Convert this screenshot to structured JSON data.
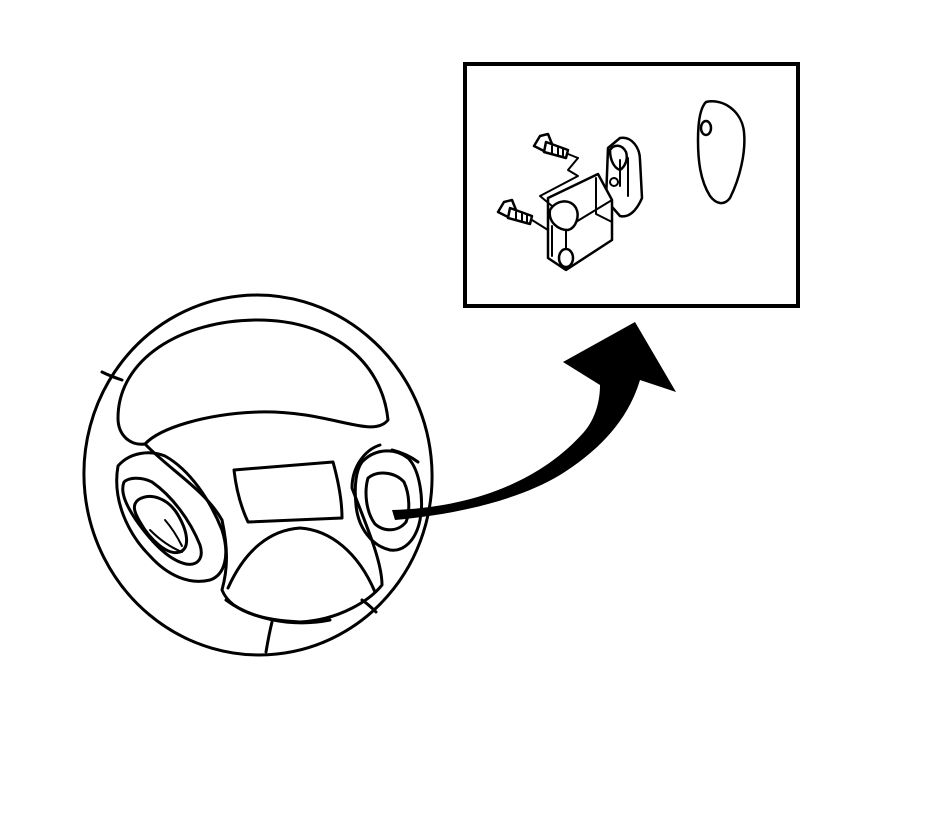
{
  "diagram": {
    "colors": {
      "line": "#000000",
      "background": "#ffffff"
    },
    "parts": [
      {
        "id": "steering-wheel",
        "icon": "steering-wheel-icon"
      },
      {
        "id": "switch-module",
        "icon": "switch-module-icon"
      },
      {
        "id": "mounting-screw",
        "icon": "screw-icon",
        "count": 2
      },
      {
        "id": "switch-cap",
        "icon": "switch-cap-icon"
      }
    ],
    "callout": {
      "from": "steering-wheel-right-switch",
      "to": "detail-inset"
    }
  }
}
